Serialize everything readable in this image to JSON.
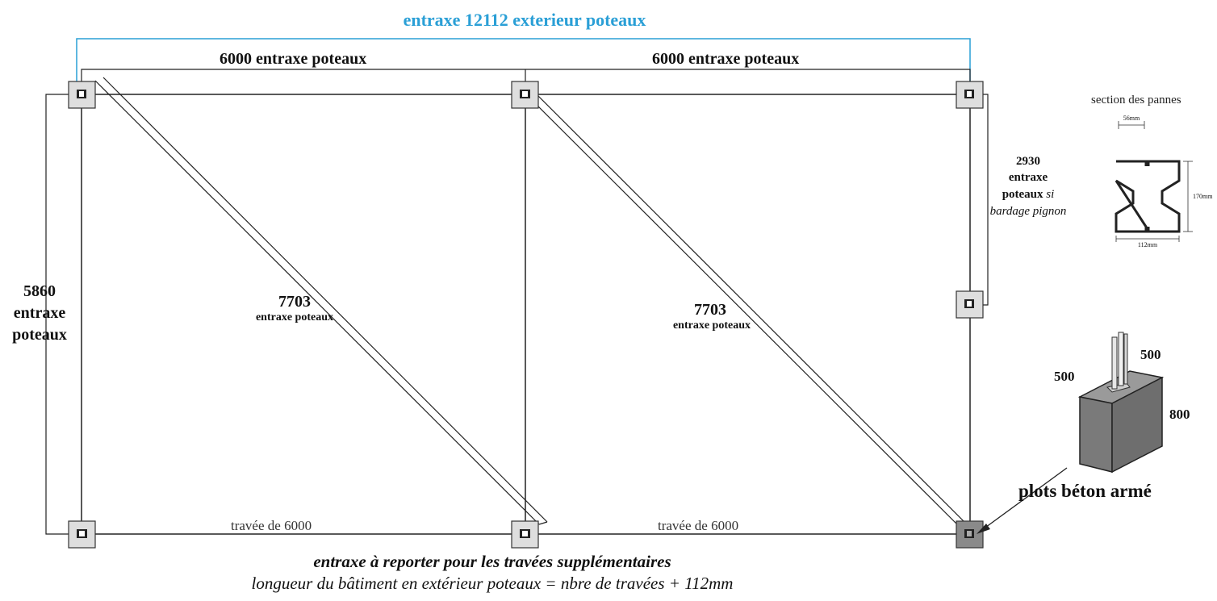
{
  "labels": {
    "overall": "entraxe 12112 exterieur poteaux",
    "bay_left_top": "6000 entraxe poteaux",
    "bay_right_top": "6000 entraxe poteaux",
    "side_value": "5860",
    "side_text1": "entraxe",
    "side_text2": "poteaux",
    "diag_left_value": "7703",
    "diag_left_text": "entraxe poteaux",
    "diag_right_value": "7703",
    "diag_right_text": "entraxe poteaux",
    "gable_value": "2930",
    "gable_text1": "entraxe",
    "gable_text2_bold": "poteaux",
    "gable_text2_italic": "si",
    "gable_text3": "bardage pignon",
    "bay_left_bottom": "travée de 6000",
    "bay_right_bottom": "travée de 6000",
    "note_title": "entraxe à reporter pour les travées supplémentaires",
    "note_formula": "longueur du bâtiment en extérieur poteaux = nbre de travées + 112mm"
  },
  "section": {
    "title": "section des pannes",
    "dim_flange": "56mm",
    "dim_height": "170mm",
    "dim_width": "112mm"
  },
  "footing": {
    "dim_a": "500",
    "dim_b": "500",
    "dim_h": "800",
    "caption": "plots béton armé"
  },
  "colors": {
    "overall_dimension": "#2a9fd6",
    "lines": "#222222",
    "post_fill": "#dddddd",
    "post_dark": "#777777",
    "concrete": "#7a7a7a"
  }
}
